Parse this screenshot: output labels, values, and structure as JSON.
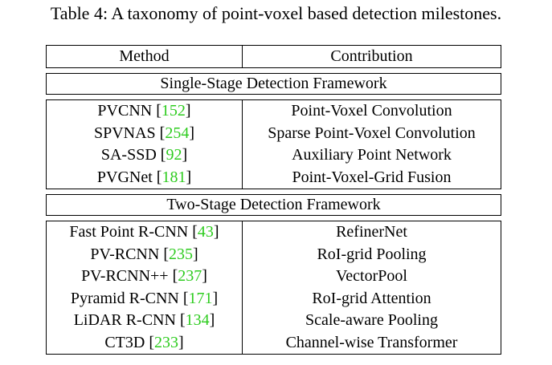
{
  "caption": "Table 4: A taxonomy of point-voxel based detection milestones.",
  "header": {
    "method": "Method",
    "contribution": "Contribution"
  },
  "sections": [
    {
      "title": "Single-Stage Detection Framework",
      "rows": [
        {
          "method": "PVCNN",
          "ref": "152",
          "contribution": "Point-Voxel Convolution"
        },
        {
          "method": "SPVNAS",
          "ref": "254",
          "contribution": "Sparse Point-Voxel Convolution"
        },
        {
          "method": "SA-SSD",
          "ref": "92",
          "contribution": "Auxiliary Point Network"
        },
        {
          "method": "PVGNet",
          "ref": "181",
          "contribution": "Point-Voxel-Grid Fusion"
        }
      ]
    },
    {
      "title": "Two-Stage Detection Framework",
      "rows": [
        {
          "method": "Fast Point R-CNN",
          "ref": "43",
          "contribution": "RefinerNet"
        },
        {
          "method": "PV-RCNN",
          "ref": "235",
          "contribution": "RoI-grid Pooling"
        },
        {
          "method": "PV-RCNN++",
          "ref": "237",
          "contribution": "VectorPool"
        },
        {
          "method": "Pyramid R-CNN",
          "ref": "171",
          "contribution": "RoI-grid Attention"
        },
        {
          "method": "LiDAR R-CNN",
          "ref": "134",
          "contribution": "Scale-aware Pooling"
        },
        {
          "method": "CT3D",
          "ref": "233",
          "contribution": "Channel-wise Transformer"
        }
      ]
    }
  ],
  "colors": {
    "reference_link": "#2ecc1f",
    "text": "#000000"
  }
}
